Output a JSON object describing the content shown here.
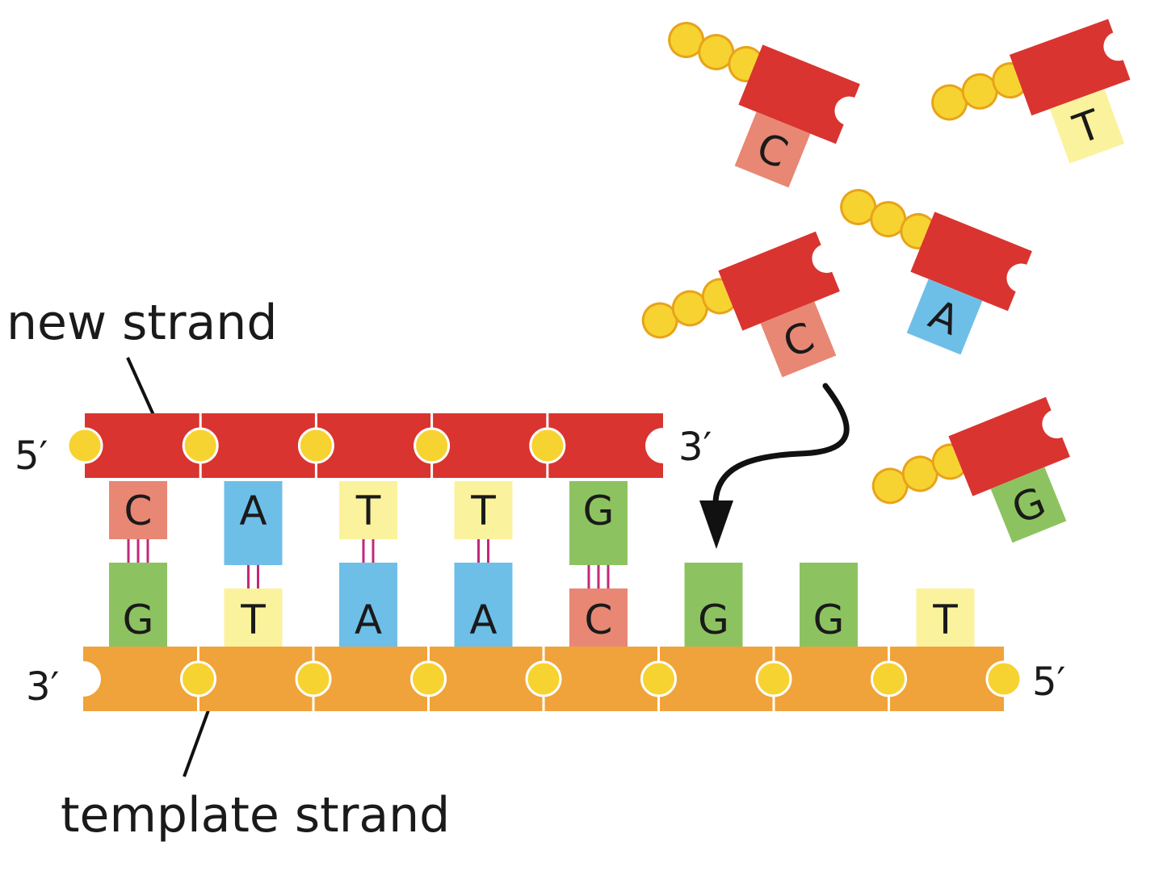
{
  "labels": {
    "new_strand": "new strand",
    "template_strand": "template strand",
    "new_5": "5′",
    "new_3": "3′",
    "tmpl_3": "3′",
    "tmpl_5": "5′"
  },
  "colors": {
    "sugar_new": "#d93430",
    "sugar_template": "#f0a33a",
    "phosphate": "#f7d332",
    "phosphate_stroke": "#e8a318",
    "C": "#e88774",
    "G": "#8cc360",
    "A": "#6ebfe8",
    "T": "#fbf29d",
    "hbond": "#c2287d",
    "arrow": "#111111"
  },
  "new_strand_bases": [
    "C",
    "A",
    "T",
    "T",
    "G"
  ],
  "template_bases": [
    "G",
    "T",
    "A",
    "A",
    "C",
    "G",
    "G",
    "T"
  ],
  "hbond_counts": [
    3,
    2,
    2,
    2,
    3
  ],
  "free_nucleotides": [
    {
      "base": "C"
    },
    {
      "base": "T"
    },
    {
      "base": "A"
    },
    {
      "base": "C"
    },
    {
      "base": "G"
    }
  ]
}
